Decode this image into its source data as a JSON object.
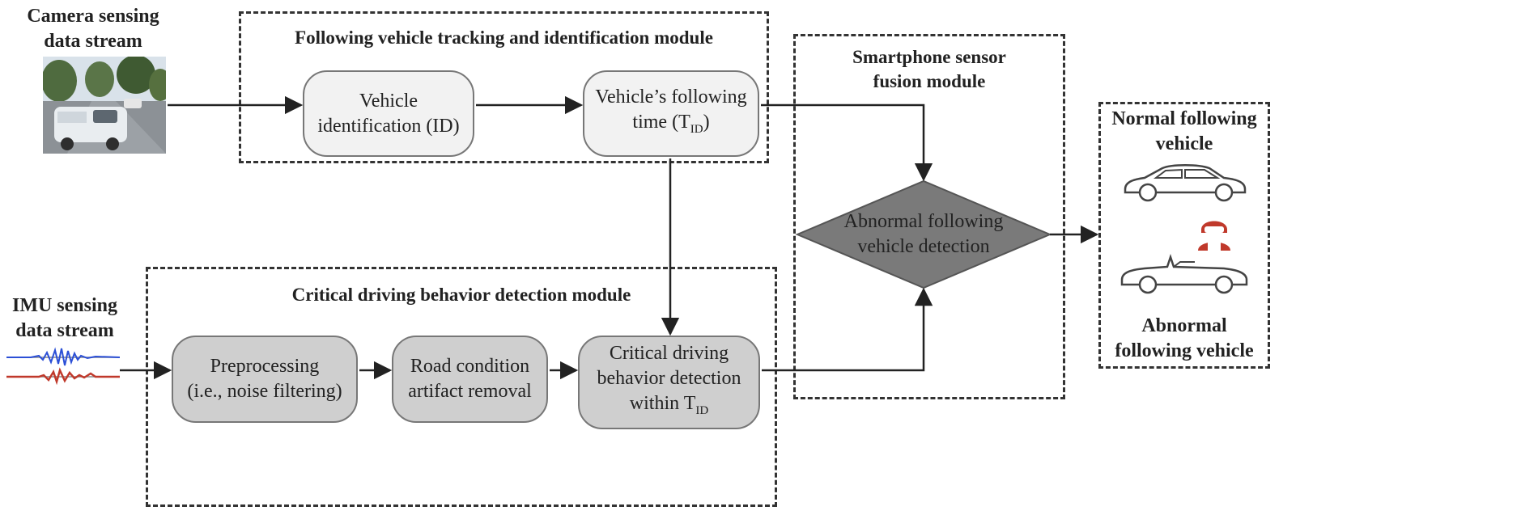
{
  "inputs": {
    "camera": {
      "line1": "Camera sensing",
      "line2": "data stream"
    },
    "imu": {
      "line1": "IMU sensing",
      "line2": "data stream"
    }
  },
  "modules": {
    "tracking": {
      "title": "Following vehicle tracking and identification module",
      "vehicle_id": {
        "line1": "Vehicle",
        "line2": "identification (ID)"
      },
      "following_time": {
        "line1": "Vehicle’s following",
        "line2": "time (T",
        "sub": "ID",
        "line2_end": ")"
      }
    },
    "critical": {
      "title": "Critical driving behavior detection module",
      "preprocessing": {
        "line1": "Preprocessing",
        "line2": "(i.e., noise filtering)"
      },
      "road": {
        "line1": "Road condition",
        "line2": "artifact removal"
      },
      "behavior": {
        "line1": "Critical driving",
        "line2": "behavior detection",
        "line3": "within T",
        "sub": "ID"
      }
    },
    "fusion": {
      "title_line1": "Smartphone sensor",
      "title_line2": "fusion module",
      "detection": {
        "line1": "Abnormal following",
        "line2": "vehicle detection"
      }
    }
  },
  "outputs": {
    "normal": {
      "line1": "Normal following",
      "line2": "vehicle"
    },
    "abnormal": {
      "line1": "Abnormal",
      "line2": "following vehicle"
    }
  },
  "colors": {
    "light_box": "#f2f2f2",
    "dark_box": "#cfcfcf",
    "diamond": "#7a7a7a",
    "hacker": "#c0392b",
    "imu_blue": "#2b4fd6",
    "imu_red": "#c0392b"
  },
  "icons": [
    "camera-photo",
    "imu-waveform",
    "sedan-car-icon",
    "convertible-car-icon",
    "hacker-icon"
  ]
}
